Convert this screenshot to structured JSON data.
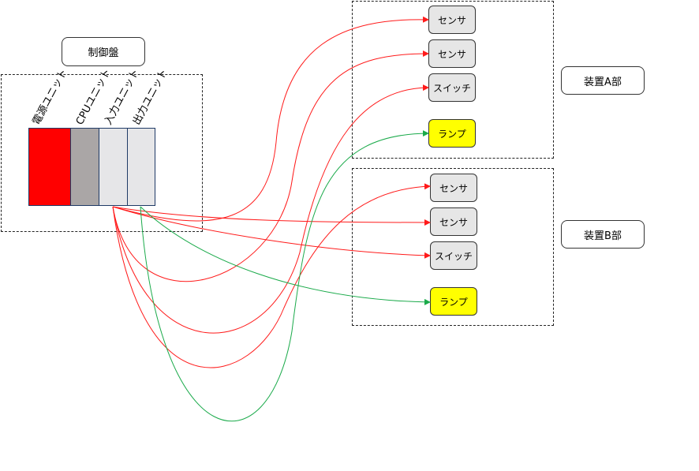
{
  "control_panel": {
    "title": "制御盤",
    "units": [
      {
        "label": "電源ユニット",
        "color": "#ff0000"
      },
      {
        "label": "CPUユニット",
        "color": "#aaa6a6"
      },
      {
        "label": "入力ユニット",
        "color": "#e6e6e8"
      },
      {
        "label": "出力ユニット",
        "color": "#e6e6e8"
      }
    ]
  },
  "device_a": {
    "title": "装置A部",
    "items": [
      {
        "label": "センサ",
        "color": "#e6e6e6"
      },
      {
        "label": "センサ",
        "color": "#e6e6e6"
      },
      {
        "label": "スイッチ",
        "color": "#e6e6e6"
      },
      {
        "label": "ランプ",
        "color": "#ffff00"
      }
    ]
  },
  "device_b": {
    "title": "装置B部",
    "items": [
      {
        "label": "センサ",
        "color": "#e6e6e6"
      },
      {
        "label": "センサ",
        "color": "#e6e6e6"
      },
      {
        "label": "スイッチ",
        "color": "#e6e6e6"
      },
      {
        "label": "ランプ",
        "color": "#ffff00"
      }
    ]
  },
  "wire_colors": {
    "input": "#ff1a1a",
    "output": "#1aaa4a"
  }
}
